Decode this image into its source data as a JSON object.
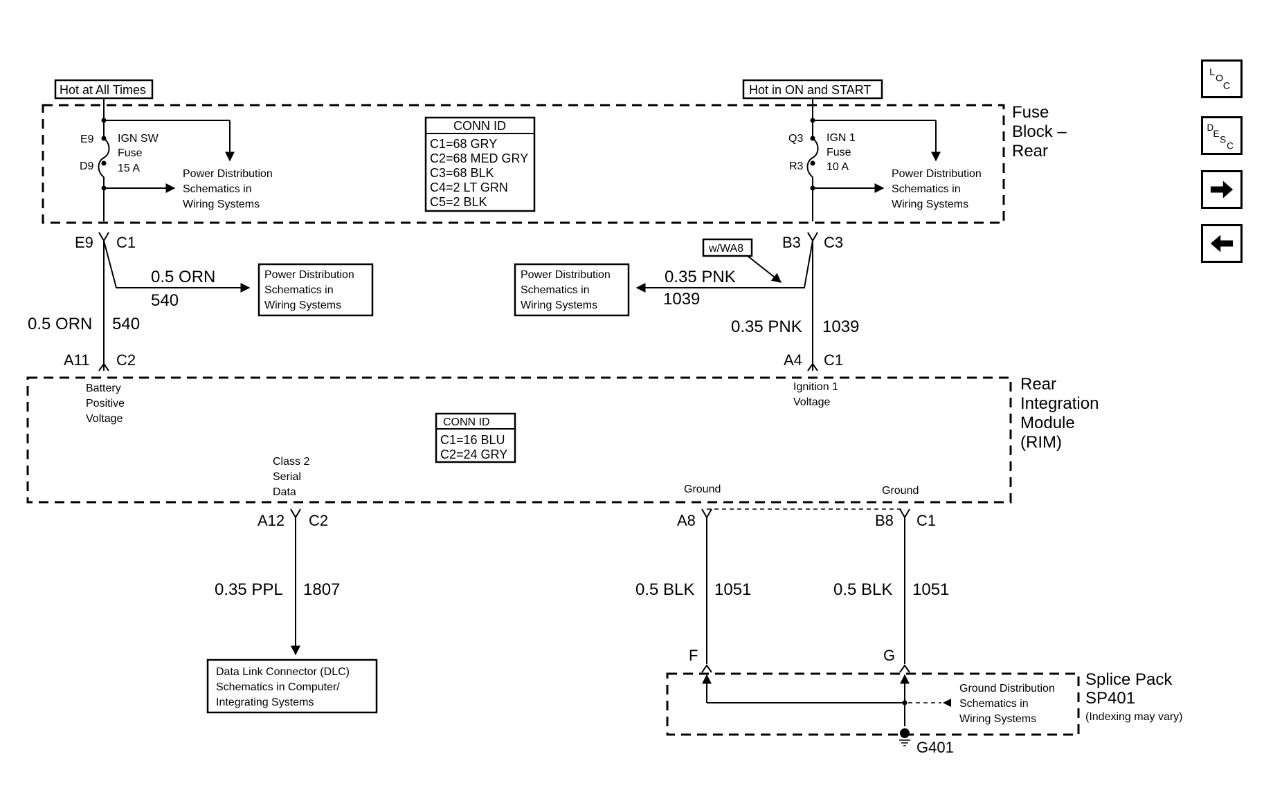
{
  "fuse_block": {
    "hot_all_times": "Hot at All Times",
    "hot_on_start": "Hot in ON and START",
    "name_lines": [
      "Fuse",
      "Block –",
      "Rear"
    ],
    "conn_id": {
      "title": "CONN ID",
      "rows": [
        "C1=68 GRY",
        "C2=68 MED GRY",
        "C3=68 BLK",
        "C4=2 LT GRN",
        "C5=2 BLK"
      ]
    },
    "fuse_left": {
      "top_pin": "E9",
      "bottom_pin": "D9",
      "lines": [
        "IGN SW",
        "Fuse",
        "15 A"
      ]
    },
    "fuse_right": {
      "top_pin": "Q3",
      "bottom_pin": "R3",
      "lines": [
        "IGN 1",
        "Fuse",
        "10 A"
      ]
    },
    "pd_left_lines": [
      "Power Distribution",
      "Schematics in",
      "Wiring Systems"
    ],
    "pd_right_lines": [
      "Power Distribution",
      "Schematics in",
      "Wiring Systems"
    ]
  },
  "connectors": {
    "left_top": {
      "pin": "E9",
      "conn": "C1"
    },
    "right_top": {
      "pin": "B3",
      "conn": "C3"
    },
    "left_bottom": {
      "pin": "A11",
      "conn": "C2"
    },
    "right_bottom": {
      "pin": "A4",
      "conn": "C1"
    },
    "data": {
      "pin": "A12",
      "conn": "C2"
    },
    "ground_left": {
      "pin": "A8"
    },
    "ground_right": {
      "pin": "B8",
      "conn": "C1"
    },
    "splice_left": {
      "pin": "F"
    },
    "splice_right": {
      "pin": "G"
    }
  },
  "wires": {
    "orn_branch": {
      "color": "0.5 ORN",
      "circuit": "540"
    },
    "orn_main": {
      "color": "0.5 ORN",
      "circuit": "540"
    },
    "pnk_branch": {
      "color": "0.35 PNK",
      "circuit": "1039"
    },
    "pnk_main": {
      "color": "0.35 PNK",
      "circuit": "1039"
    },
    "ppl": {
      "color": "0.35 PPL",
      "circuit": "1807"
    },
    "blk_left": {
      "color": "0.5 BLK",
      "circuit": "1051"
    },
    "blk_right": {
      "color": "0.5 BLK",
      "circuit": "1051"
    }
  },
  "option_tag": "w/WA8",
  "pd_boxes": {
    "orn": [
      "Power Distribution",
      "Schematics in",
      "Wiring Systems"
    ],
    "pnk": [
      "Power Distribution",
      "Schematics in",
      "Wiring Systems"
    ]
  },
  "rim": {
    "name_lines": [
      "Rear",
      "Integration",
      "Module",
      "(RIM)"
    ],
    "battery_lines": [
      "Battery",
      "Positive",
      "Voltage"
    ],
    "ignition_lines": [
      "Ignition 1",
      "Voltage"
    ],
    "class2_lines": [
      "Class 2",
      "Serial",
      "Data"
    ],
    "ground_left_label": "Ground",
    "ground_right_label": "Ground",
    "conn_id": {
      "title": "CONN ID",
      "rows": [
        "C1=16 BLU",
        "C2=24 GRY"
      ]
    }
  },
  "dlc_box": [
    "Data Link Connector (DLC)",
    "Schematics in Computer/",
    "Integrating Systems"
  ],
  "splice": {
    "name_lines": [
      "Splice Pack",
      "SP401"
    ],
    "note": "(Indexing may vary)",
    "ground_dist_lines": [
      "Ground Distribution",
      "Schematics in",
      "Wiring Systems"
    ],
    "ground_id": "G401"
  },
  "nav": {
    "loc": [
      "L",
      "O",
      "C"
    ],
    "desc": [
      "D",
      "E",
      "S",
      "C"
    ],
    "forward_icon": "arrow-right-icon",
    "back_icon": "arrow-left-icon"
  }
}
